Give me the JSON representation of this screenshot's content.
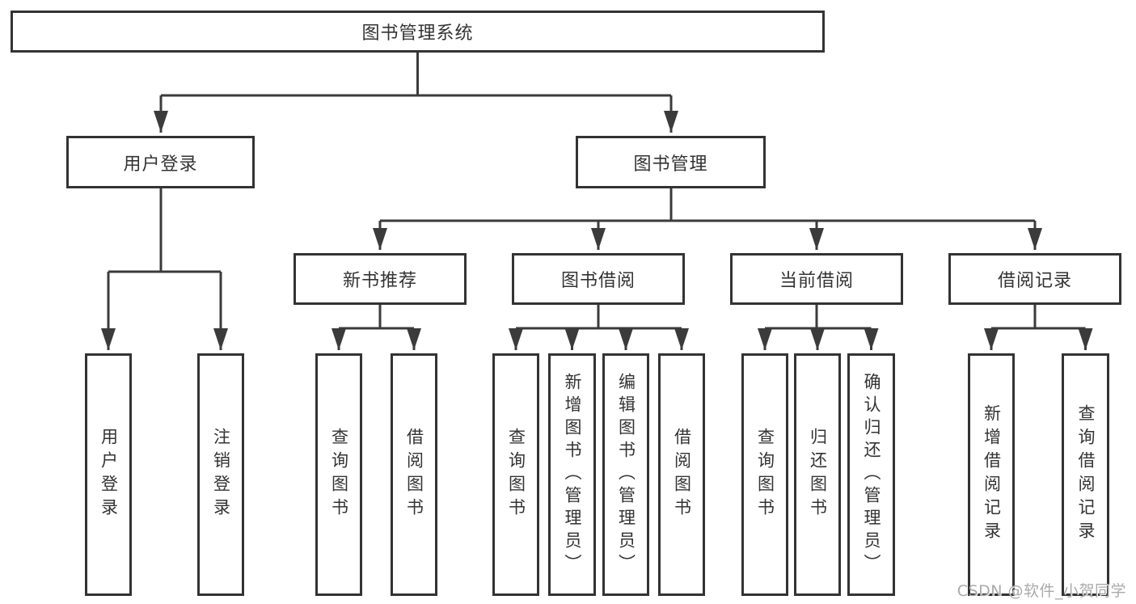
{
  "nodes": {
    "root": "图书管理系统",
    "user_login": "用户登录",
    "book_mgmt": "图书管理",
    "new_book_rec": "新书推荐",
    "book_borrow": "图书借阅",
    "current_borrow": "当前借阅",
    "borrow_record": "借阅记录",
    "leaf_user_login": "用户登录",
    "leaf_logout": "注销登录",
    "leaf_nbr_query_book": "查询图书",
    "leaf_nbr_borrow_book": "借阅图书",
    "leaf_bb_query_book": "查询图书",
    "leaf_bb_add_book": "新增图书（管理员）",
    "leaf_bb_edit_book": "编辑图书（管理员）",
    "leaf_bb_borrow_book": "借阅图书",
    "leaf_cb_query_book": "查询图书",
    "leaf_cb_return_book": "归还图书",
    "leaf_cb_confirm_return": "确认归还（管理员）",
    "leaf_br_add_record": "新增借阅记录",
    "leaf_br_query_record": "查询借阅记录"
  },
  "watermark": "CSDN @软件_小贺同学",
  "colors": {
    "line": "#3b3b3b",
    "border": "#333333",
    "text": "#333333",
    "watermark": "#a5a5a5",
    "background": "#ffffff"
  }
}
